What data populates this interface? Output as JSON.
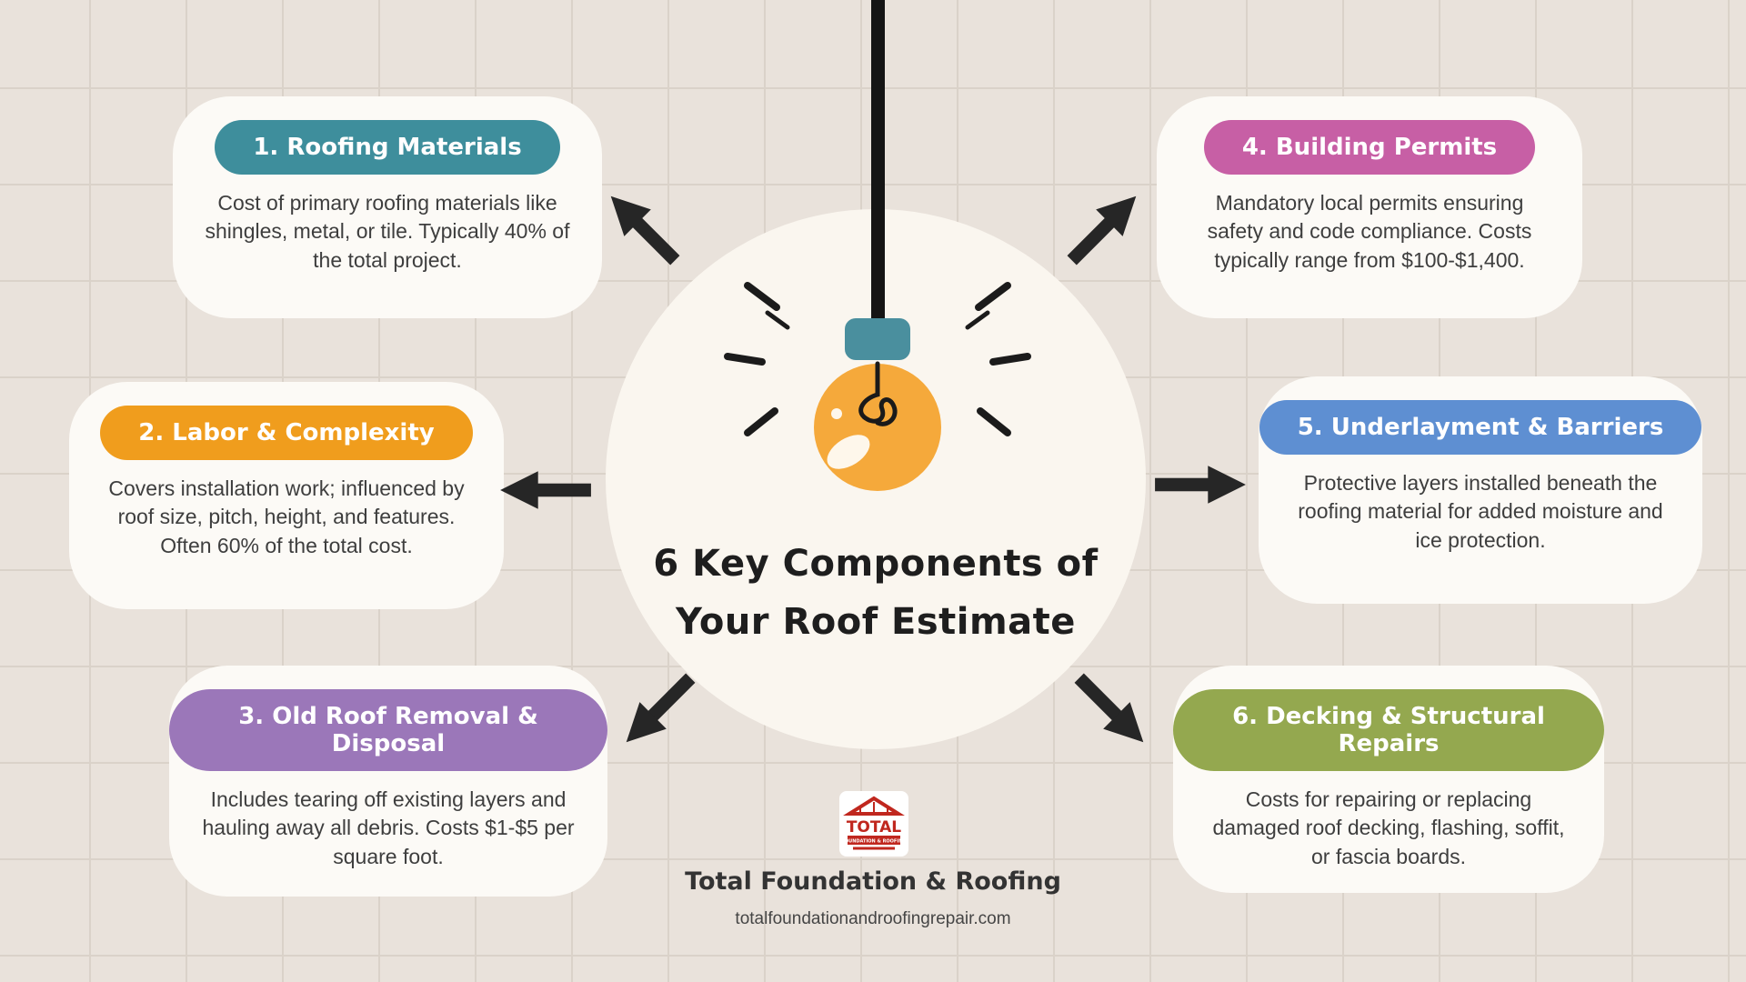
{
  "page": {
    "background_color": "#E9E2DB",
    "grid_line_color": "#DAD2C9",
    "ink_color": "#262626"
  },
  "center": {
    "title_line1": "6 Key Components of",
    "title_line2": "Your Roof Estimate",
    "circle_color": "#FAF6EF",
    "bulb_color": "#F5A93B",
    "cap_color": "#4A8F9E"
  },
  "cards": [
    {
      "header": "1. Roofing Materials",
      "color": "#3E8E9C",
      "body": "Cost of primary roofing materials like shingles, metal, or tile. Typically 40% of the total project."
    },
    {
      "header": "2. Labor & Complexity",
      "color": "#F09D1D",
      "body": "Covers installation work; influenced by roof size, pitch, height, and features. Often 60% of the total cost."
    },
    {
      "header": "3. Old Roof Removal & Disposal",
      "color": "#9B77B9",
      "body": "Includes tearing off existing layers and hauling away all debris. Costs $1-$5 per square foot."
    },
    {
      "header": "4. Building Permits",
      "color": "#C75FA5",
      "body": "Mandatory local permits ensuring safety and code compliance. Costs typically range from $100-$1,400."
    },
    {
      "header": "5. Underlayment & Barriers",
      "color": "#5E8FD2",
      "body": "Protective layers installed beneath the roofing material for added moisture and ice protection."
    },
    {
      "header": "6. Decking & Structural Repairs",
      "color": "#94A84F",
      "body": "Costs for repairing or replacing damaged roof decking, flashing, soffit, or fascia boards."
    }
  ],
  "footer": {
    "brand": "Total Foundation & Roofing",
    "website": "totalfoundationandroofingrepair.com",
    "logo_word": "TOTAL",
    "logo_tagline": "FOUNDATION & ROOFING",
    "logo_color": "#C0271E"
  },
  "icons": {
    "lightbulb": "hanging-lightbulb-illustration",
    "arrows": [
      "arrow-up-left",
      "arrow-left",
      "arrow-down-left",
      "arrow-up-right",
      "arrow-right",
      "arrow-down-right"
    ]
  }
}
